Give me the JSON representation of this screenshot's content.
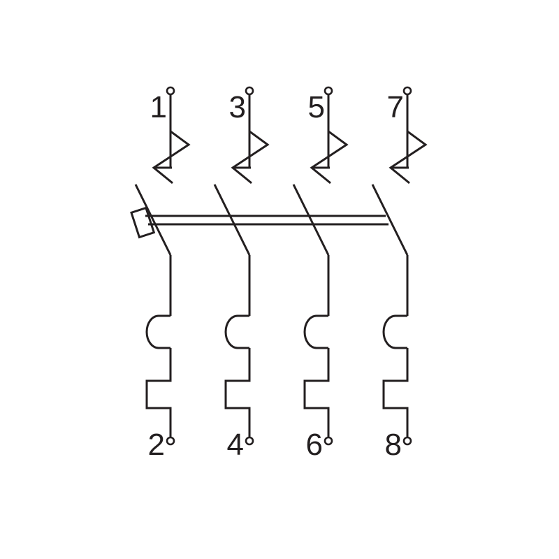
{
  "diagram": {
    "type": "4-pole circuit breaker schematic",
    "line_color": "#231f20",
    "background_color": "#ffffff",
    "poles": [
      {
        "top_terminal": "1",
        "bottom_terminal": "2"
      },
      {
        "top_terminal": "3",
        "bottom_terminal": "4"
      },
      {
        "top_terminal": "5",
        "bottom_terminal": "6"
      },
      {
        "top_terminal": "7",
        "bottom_terminal": "8"
      }
    ]
  }
}
